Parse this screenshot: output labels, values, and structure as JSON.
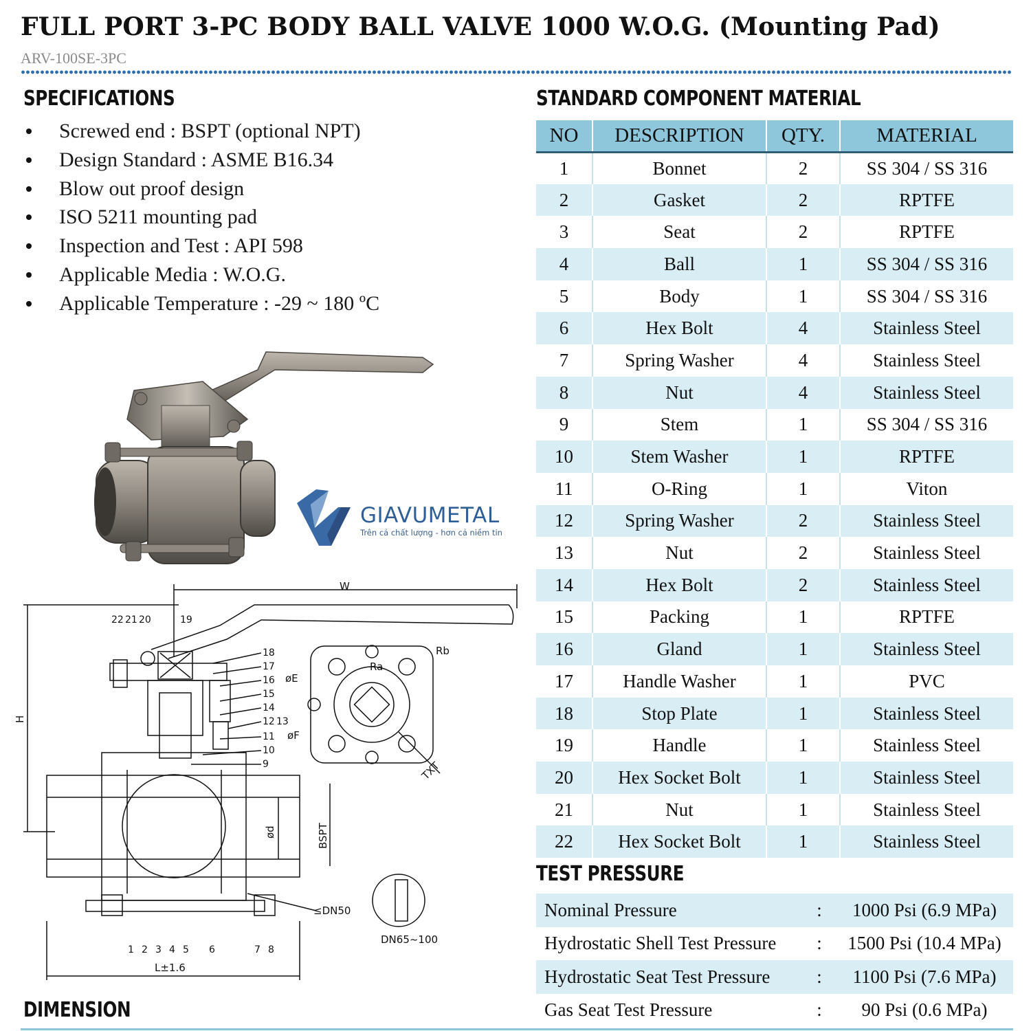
{
  "header": {
    "title": "FULL PORT 3-PC BODY BALL VALVE 1000 W.O.G. (Mounting Pad)",
    "model": "ARV-100SE-3PC"
  },
  "specifications": {
    "heading": "SPECIFICATIONS",
    "items": [
      "Screwed end : BSPT (optional NPT)",
      "Design Standard : ASME B16.34",
      "Blow out proof design",
      "ISO 5211 mounting pad",
      "Inspection and Test : API 598",
      "Applicable Media : W.O.G.",
      "Applicable Temperature : -29 ~ 180 ºC"
    ]
  },
  "logo": {
    "name": "GIAVUMETAL",
    "tagline": "Trên cả chất lượng - hơn cả niềm tin"
  },
  "drawing": {
    "labels": {
      "w": "W",
      "h": "H",
      "l": "L±1.6",
      "bspt": "BSPT",
      "d": "ød",
      "e": "øE",
      "f": "øF",
      "ra": "Ra",
      "rb": "Rb",
      "txt": "TXT",
      "dn50": "≤DN50",
      "dn65": "DN65~100"
    },
    "callouts_top": [
      "22",
      "21",
      "20",
      "19"
    ],
    "callouts_right": [
      "18",
      "17",
      "16",
      "15",
      "14",
      "12",
      "13",
      "11",
      "10",
      "9"
    ],
    "callouts_bottom": [
      "1",
      "2",
      "3",
      "4",
      "5",
      "6",
      "7",
      "8"
    ]
  },
  "dimension": {
    "heading": "DIMENSION"
  },
  "components": {
    "heading": "STANDARD COMPONENT MATERIAL",
    "columns": [
      "NO",
      "DESCRIPTION",
      "QTY.",
      "MATERIAL"
    ],
    "rows": [
      [
        "1",
        "Bonnet",
        "2",
        "SS 304 / SS 316"
      ],
      [
        "2",
        "Gasket",
        "2",
        "RPTFE"
      ],
      [
        "3",
        "Seat",
        "2",
        "RPTFE"
      ],
      [
        "4",
        "Ball",
        "1",
        "SS 304 / SS 316"
      ],
      [
        "5",
        "Body",
        "1",
        "SS 304 / SS 316"
      ],
      [
        "6",
        "Hex Bolt",
        "4",
        "Stainless Steel"
      ],
      [
        "7",
        "Spring Washer",
        "4",
        "Stainless Steel"
      ],
      [
        "8",
        "Nut",
        "4",
        "Stainless Steel"
      ],
      [
        "9",
        "Stem",
        "1",
        "SS 304 / SS 316"
      ],
      [
        "10",
        "Stem Washer",
        "1",
        "RPTFE"
      ],
      [
        "11",
        "O-Ring",
        "1",
        "Viton"
      ],
      [
        "12",
        "Spring Washer",
        "2",
        "Stainless Steel"
      ],
      [
        "13",
        "Nut",
        "2",
        "Stainless Steel"
      ],
      [
        "14",
        "Hex Bolt",
        "2",
        "Stainless Steel"
      ],
      [
        "15",
        "Packing",
        "1",
        "RPTFE"
      ],
      [
        "16",
        "Gland",
        "1",
        "Stainless Steel"
      ],
      [
        "17",
        "Handle Washer",
        "1",
        "PVC"
      ],
      [
        "18",
        "Stop Plate",
        "1",
        "Stainless Steel"
      ],
      [
        "19",
        "Handle",
        "1",
        "Stainless Steel"
      ],
      [
        "20",
        "Hex Socket Bolt",
        "1",
        "Stainless Steel"
      ],
      [
        "21",
        "Nut",
        "1",
        "Stainless Steel"
      ],
      [
        "22",
        "Hex Socket Bolt",
        "1",
        "Stainless Steel"
      ]
    ]
  },
  "test_pressure": {
    "heading": "TEST PRESSURE",
    "separator": ":",
    "rows": [
      {
        "label": "Nominal Pressure",
        "value": "1000 Psi (6.9 MPa)"
      },
      {
        "label": "Hydrostatic Shell Test Pressure",
        "value": "1500 Psi (10.4 MPa)"
      },
      {
        "label": "Hydrostatic Seat Test Pressure",
        "value": "1100 Psi (7.6 MPa)"
      },
      {
        "label": "Gas Seat Test Pressure",
        "value": "90 Psi (0.6 MPa)"
      }
    ]
  },
  "colors": {
    "table_header": "#8ec7db",
    "table_stripe": "#d9edf4",
    "brand": "#2f5f98"
  }
}
